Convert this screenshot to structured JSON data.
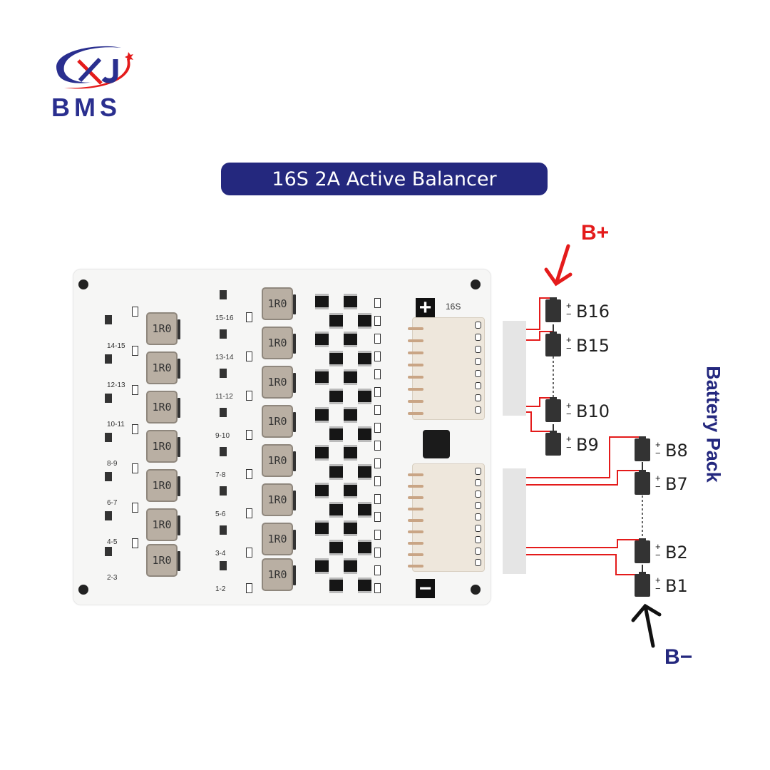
{
  "brand": {
    "logo_letters": "XJ",
    "name": "BMS",
    "colors": {
      "navy": "#24287e",
      "red": "#e41b1b"
    }
  },
  "title": "16S 2A Active Balancer",
  "board": {
    "inductor_label": "1R0",
    "left_column_labels": [
      "14-15",
      "12-13",
      "10-11",
      "8-9",
      "6-7",
      "4-5",
      "2-3"
    ],
    "middle_column_labels": [
      "15-16",
      "13-14",
      "11-12",
      "9-10",
      "7-8",
      "5-6",
      "3-4",
      "1-2"
    ],
    "series_label": "16S",
    "plus_sign": "+",
    "minus_sign": "−"
  },
  "pack": {
    "title": "Battery Pack",
    "positive_terminal": "B+",
    "negative_terminal": "B−",
    "plus": "+",
    "minus": "−",
    "cells": [
      "B16",
      "B15",
      "B10",
      "B9",
      "B8",
      "B7",
      "B2",
      "B1"
    ]
  }
}
